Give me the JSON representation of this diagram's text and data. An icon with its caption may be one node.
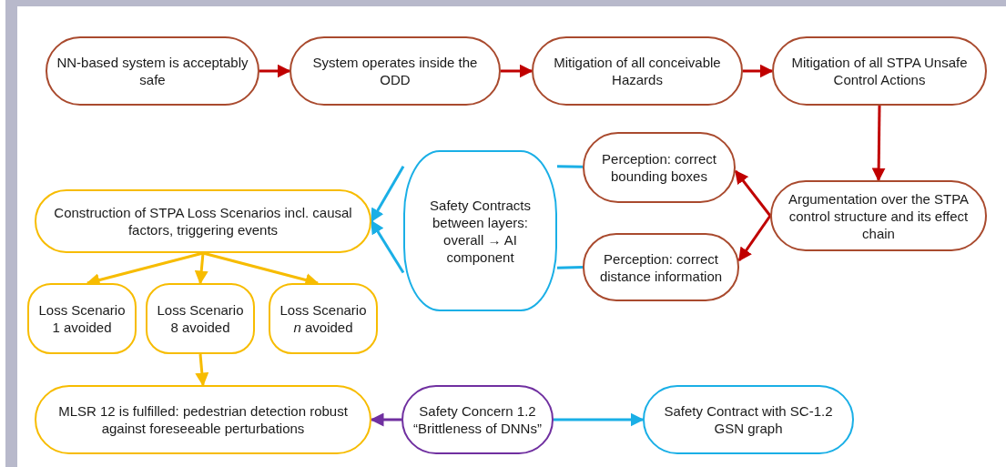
{
  "diagram": {
    "nodes": [
      {
        "text": [
          "NN-based system is acceptably safe"
        ]
      },
      {
        "text": [
          "System operates inside the ODD"
        ]
      },
      {
        "text": [
          "Mitigation of all conceivable Hazards"
        ]
      },
      {
        "text": [
          "Mitigation of all STPA Unsafe Control Actions"
        ]
      },
      {
        "text": [
          "Perception: correct bounding boxes"
        ]
      },
      {
        "text": [
          "Argumentation over the STPA control structure and its effect chain"
        ]
      },
      {
        "text": [
          "Safety Contracts between layers: overall → AI component"
        ]
      },
      {
        "text": [
          "Construction of STPA Loss Scenarios incl. causal factors, triggering events"
        ]
      },
      {
        "text": [
          "Perception: correct distance information"
        ]
      },
      {
        "text": [
          "Loss Scenario 1 avoided"
        ]
      },
      {
        "text": [
          "Loss Scenario 8 avoided"
        ]
      },
      {
        "text": [
          "Loss Scenario *n* avoided"
        ]
      },
      {
        "text": [
          "MLSR 12 is fulfilled: pedestrian detection robust against foreseeable perturbations"
        ]
      },
      {
        "text": [
          "Safety Concern 1.2 “Brittleness of DNNs”"
        ]
      },
      {
        "text": [
          "Safety Contract with SC-1.2 GSN graph"
        ]
      }
    ],
    "edges": [
      {
        "from": 0,
        "to": 1,
        "arrow": "to",
        "color": "#c00000"
      },
      {
        "from": 1,
        "to": 2,
        "arrow": "to",
        "color": "#c00000"
      },
      {
        "from": 2,
        "to": 3,
        "arrow": "to",
        "color": "#c00000"
      },
      {
        "from": 3,
        "to": 5,
        "arrow": "to",
        "color": "#c00000"
      },
      {
        "from": 5,
        "to": 4,
        "arrow": "to",
        "color": "#c00000"
      },
      {
        "from": 5,
        "to": 8,
        "arrow": "to",
        "color": "#c00000"
      },
      {
        "from": 4,
        "to": 6,
        "arrow": "none",
        "color": "#1aafe6"
      },
      {
        "from": 8,
        "to": 6,
        "arrow": "none",
        "color": "#1aafe6"
      },
      {
        "from": 6,
        "to": 7,
        "arrow": "to",
        "color": "#1aafe6"
      },
      {
        "from": 6,
        "to": 7,
        "arrow": "to",
        "color": "#1aafe6"
      },
      {
        "from": 7,
        "to": 9,
        "arrow": "to",
        "color": "#f7bc00"
      },
      {
        "from": 7,
        "to": 10,
        "arrow": "to",
        "color": "#f7bc00"
      },
      {
        "from": 7,
        "to": 11,
        "arrow": "to",
        "color": "#f7bc00"
      },
      {
        "from": 10,
        "to": 12,
        "arrow": "to",
        "color": "#f7bc00"
      },
      {
        "from": 13,
        "to": 12,
        "arrow": "to",
        "color": "#7030a0"
      },
      {
        "from": 13,
        "to": 14,
        "arrow": "to",
        "color": "#1aafe6"
      }
    ]
  }
}
